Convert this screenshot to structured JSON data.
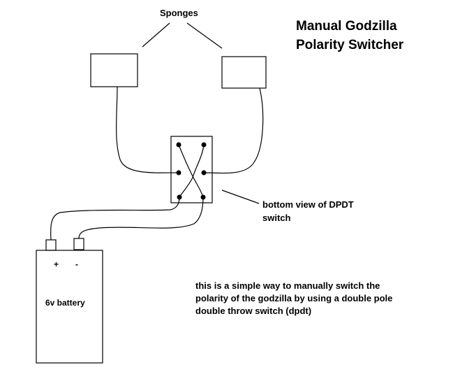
{
  "title": {
    "line1": "Manual Godzilla",
    "line2": "Polarity Switcher"
  },
  "sponges_label": "Sponges",
  "switch_caption": {
    "line1": "bottom view of DPDT",
    "line2": "switch"
  },
  "description": {
    "line1": "this is a simple way to manually switch the",
    "line2": "polarity of the godzilla by using a double pole",
    "line3": "double throw switch (dpdt)"
  },
  "battery": {
    "label": "6v battery",
    "plus": "+",
    "minus": "-"
  },
  "colors": {
    "ink": "#000000",
    "background": "#ffffff"
  }
}
